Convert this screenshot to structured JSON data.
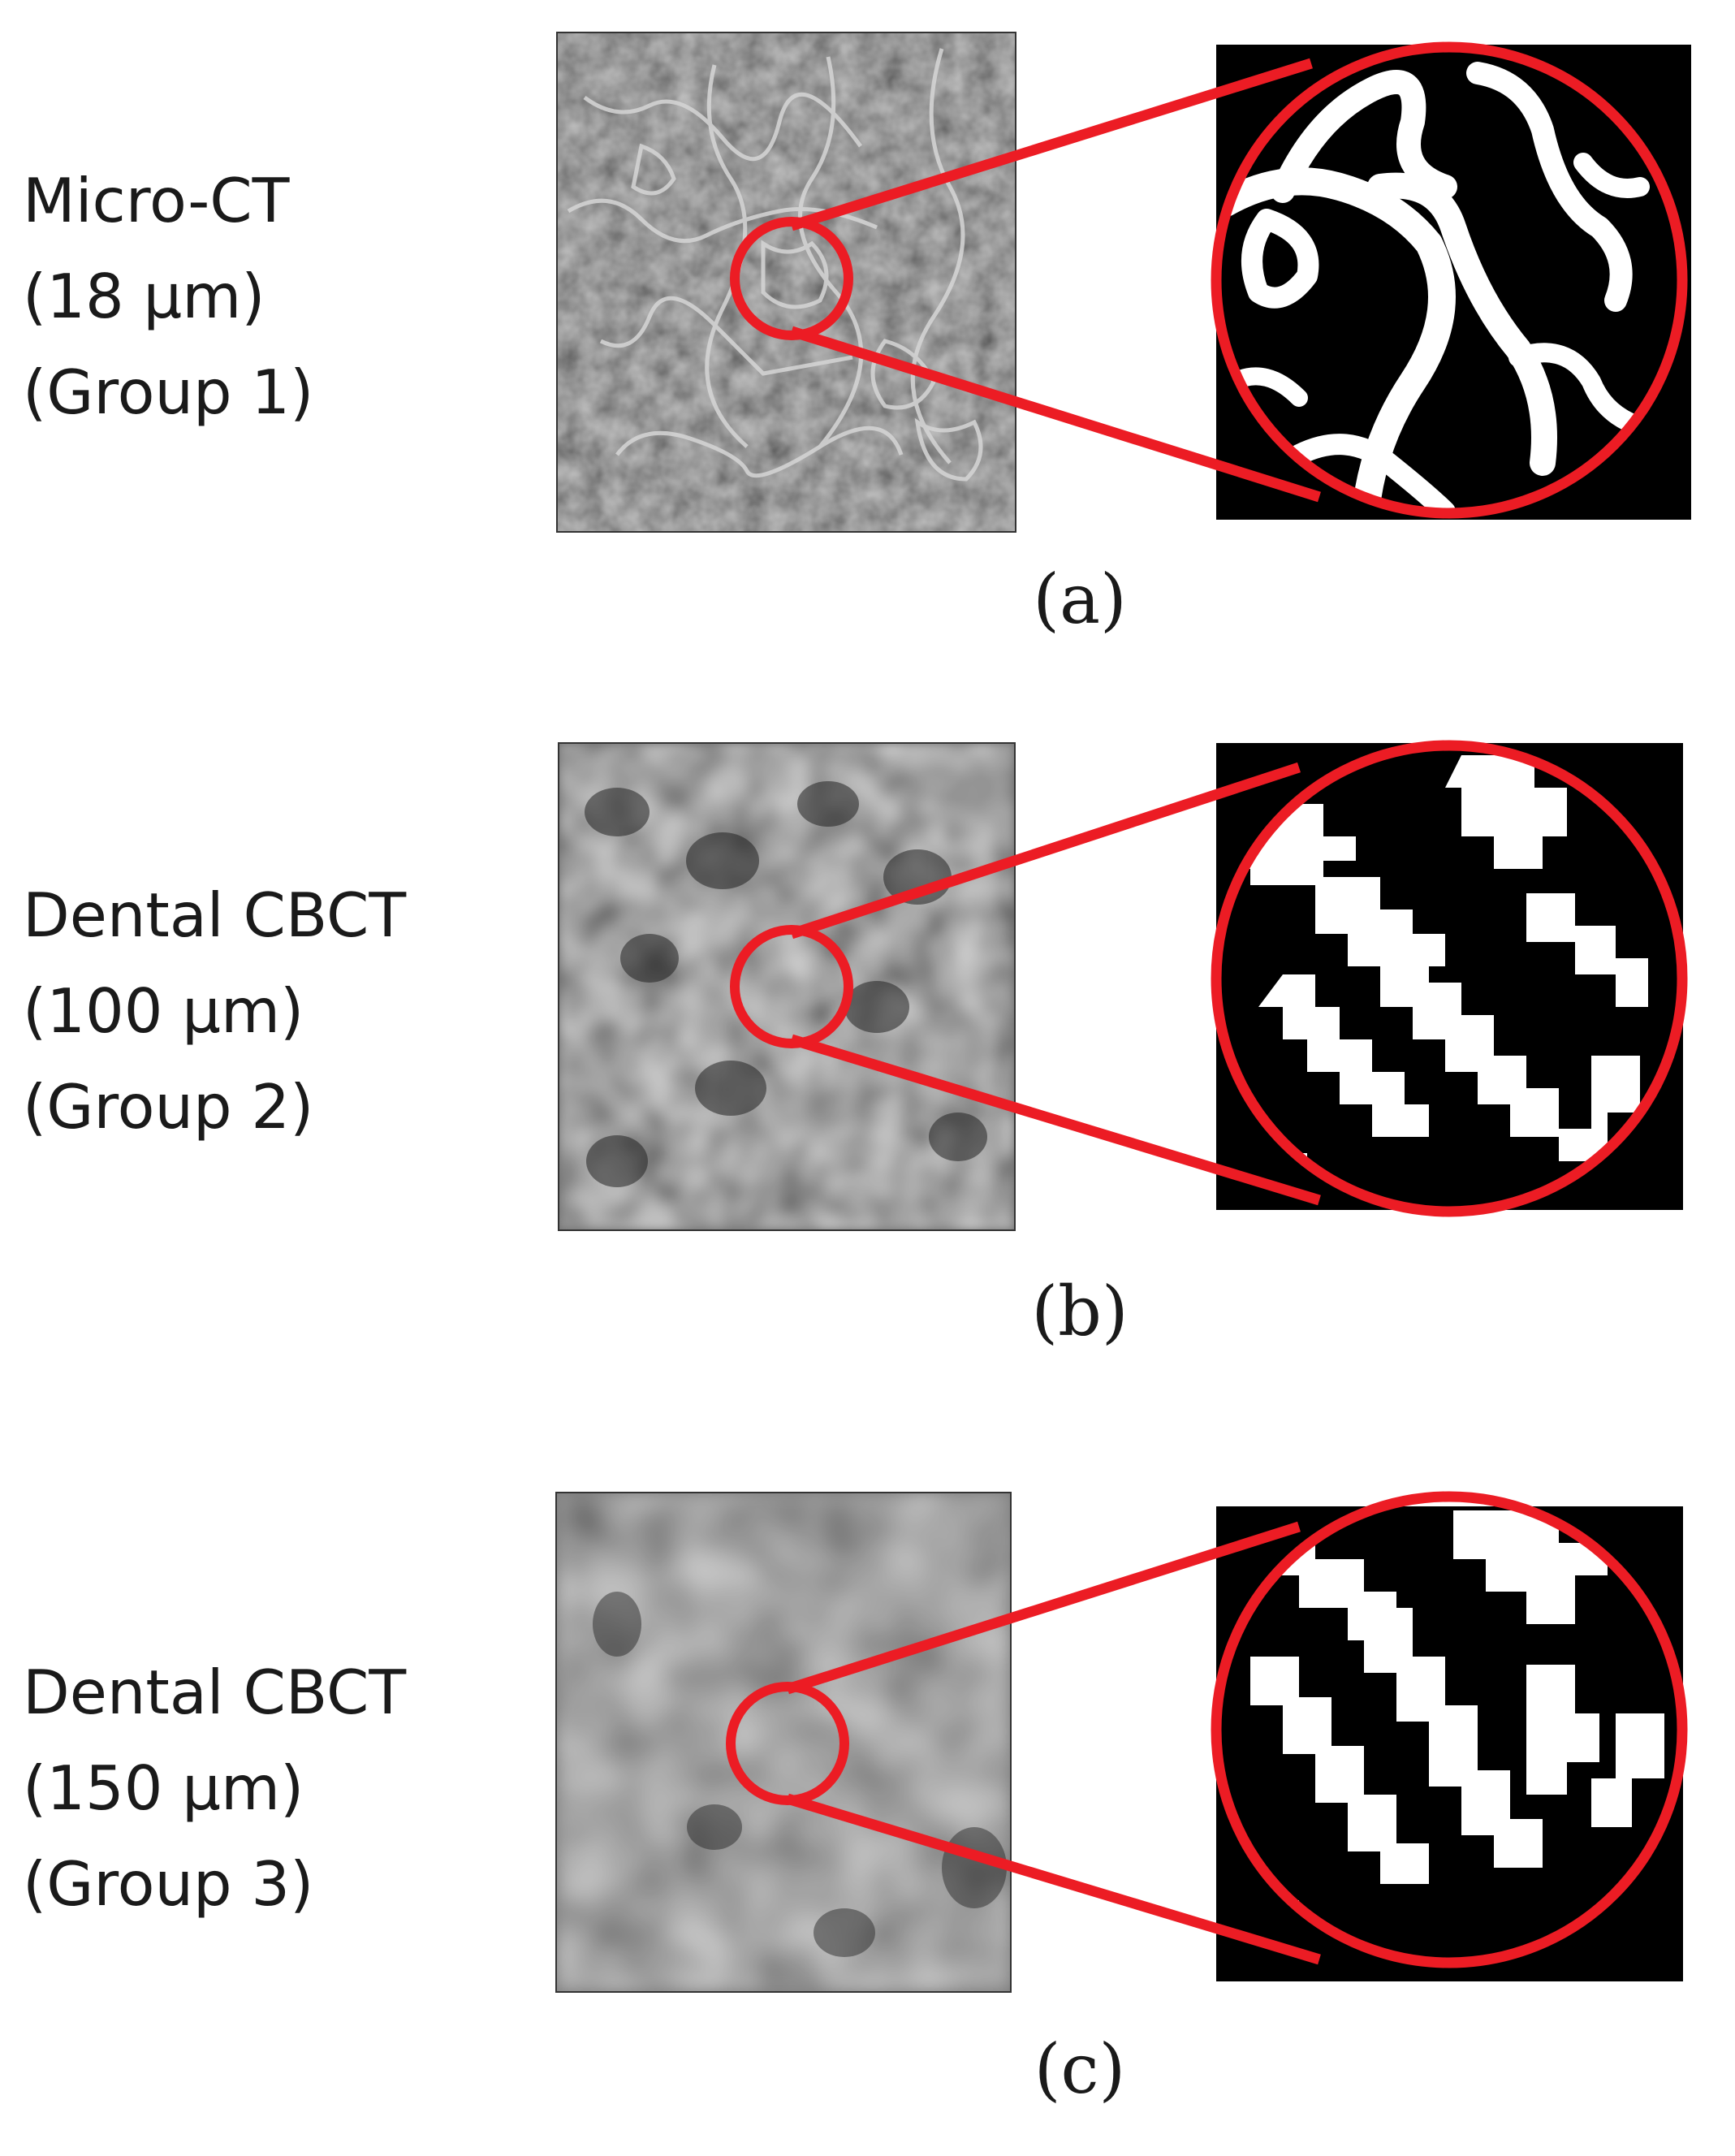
{
  "rows": [
    {
      "id": "a",
      "label_lines": [
        "Micro-CT",
        "(18 µm)",
        "(Group 1)"
      ],
      "caption": "(a)"
    },
    {
      "id": "b",
      "label_lines": [
        "Dental CBCT",
        "(100 µm)",
        "(Group 2)"
      ],
      "caption": "(b)"
    },
    {
      "id": "c",
      "label_lines": [
        "Dental CBCT",
        "(150 µm)",
        "(Group 3)"
      ],
      "caption": "(c)"
    }
  ],
  "colors": {
    "highlight": "#ec1c24",
    "bone": "#ffffff",
    "background": "#000000"
  }
}
